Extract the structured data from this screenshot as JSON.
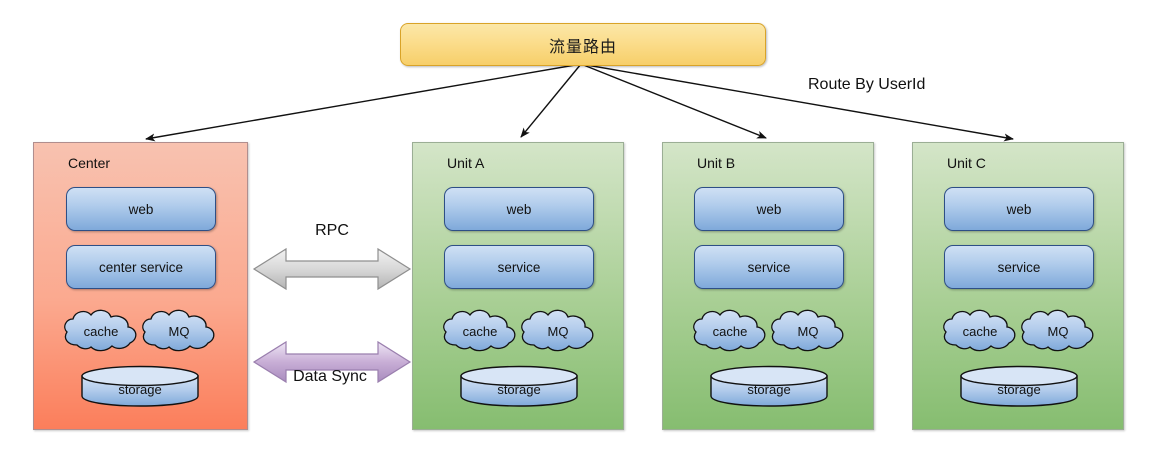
{
  "diagram": {
    "router": {
      "label": "流量路由"
    },
    "route_annotation": "Route By UserId",
    "connectors": {
      "rpc": {
        "label": "RPC",
        "color": "#c8c8c8"
      },
      "data_sync": {
        "label": "Data Sync",
        "color": "#b49ac4"
      }
    },
    "regions": [
      {
        "title": "Center",
        "color": "#fb7e5b",
        "web": "web",
        "service": "center service",
        "cache": "cache",
        "mq": "MQ",
        "storage": "storage"
      },
      {
        "title": "Unit A",
        "color": "#86bd70",
        "web": "web",
        "service": "service",
        "cache": "cache",
        "mq": "MQ",
        "storage": "storage"
      },
      {
        "title": "Unit B",
        "color": "#86bd70",
        "web": "web",
        "service": "service",
        "cache": "cache",
        "mq": "MQ",
        "storage": "storage"
      },
      {
        "title": "Unit C",
        "color": "#86bd70",
        "web": "web",
        "service": "service",
        "cache": "cache",
        "mq": "MQ",
        "storage": "storage"
      }
    ]
  }
}
